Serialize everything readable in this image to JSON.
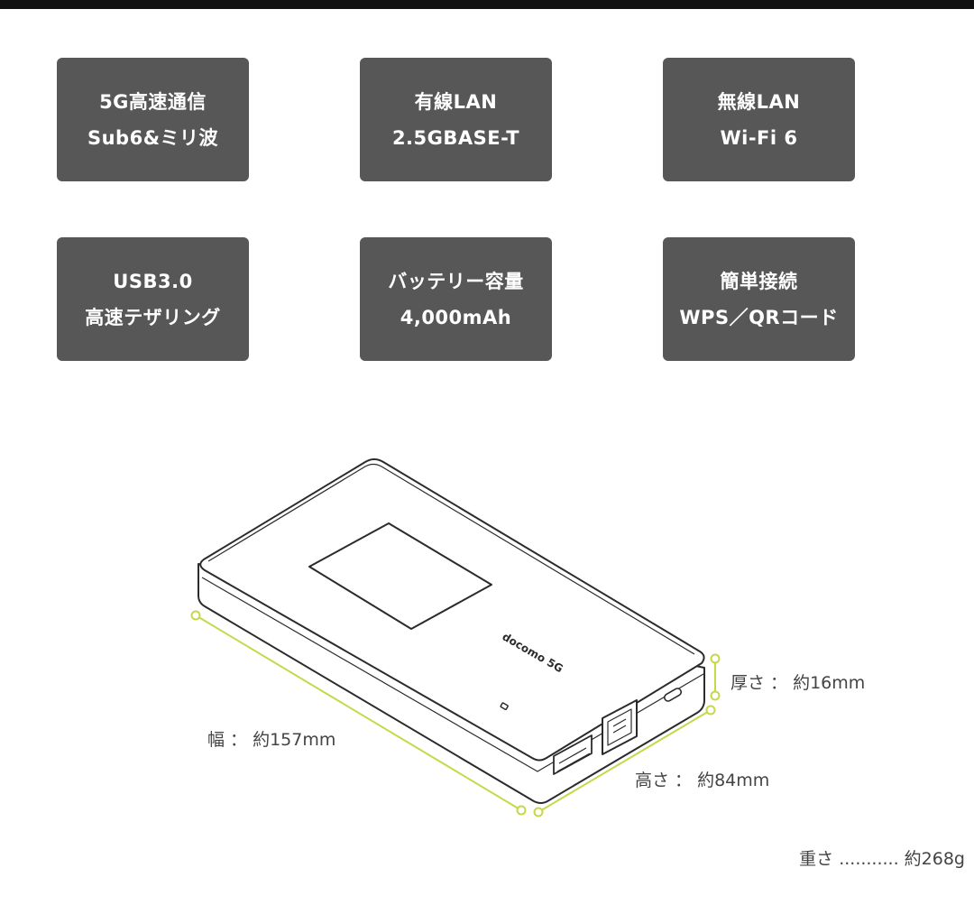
{
  "features": [
    {
      "line1": "5G高速通信",
      "line2": "Sub6&ミリ波"
    },
    {
      "line1": "有線LAN",
      "line2": "2.5GBASE-T"
    },
    {
      "line1": "無線LAN",
      "line2": "Wi-Fi 6"
    },
    {
      "line1": "USB3.0",
      "line2": "高速テザリング"
    },
    {
      "line1": "バッテリー容量",
      "line2": "4,000mAh"
    },
    {
      "line1": "簡単接続",
      "line2": "WPS／QRコード"
    }
  ],
  "device": {
    "brand_text": "docomo 5G",
    "width_label": "幅 ： 約157mm",
    "height_label": "高さ ： 約84mm",
    "thickness_label": "厚さ ： 約16mm",
    "weight_label": "重さ ........... 約268g"
  },
  "colors": {
    "box_bg": "#575757",
    "box_text": "#ffffff",
    "dimension_line": "#c6d84a",
    "outline": "#2b2b2b"
  }
}
